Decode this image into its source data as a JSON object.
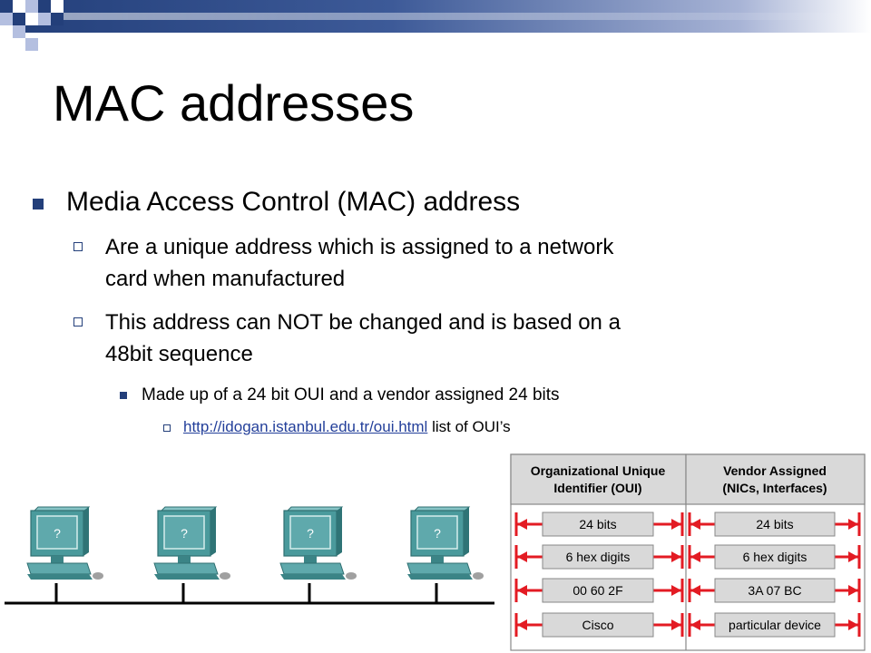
{
  "slide": {
    "title": "MAC addresses",
    "bullets": {
      "l1": "Media Access Control (MAC) address",
      "l2a_line1": "Are a unique address which is assigned to a network",
      "l2a_line2": "card when manufactured",
      "l2b_line1": "This address can NOT be changed and is based on a",
      "l2b_line2": "48bit sequence",
      "l3": "Made up of a 24 bit OUI and a vendor assigned 24 bits",
      "l4_link": "http://idogan.istanbul.edu.tr/oui.html",
      "l4_after": "list of OUI’s"
    }
  },
  "colors": {
    "navy": "#233f7a",
    "light_blue": "#b4bfe0",
    "pc_teal": "#4a9a9c",
    "arrow_red": "#e31b23",
    "table_gray": "#d9d9d9"
  },
  "network": {
    "pc_icon_name": "computer-icon",
    "pc_screen_label": "?",
    "pc_count": 4
  },
  "oui_table": {
    "left_header_line1": "Organizational Unique",
    "left_header_line2": "Identifier (OUI)",
    "right_header_line1": "Vendor Assigned",
    "right_header_line2": "(NICs, Interfaces)",
    "rows": [
      {
        "left": "24 bits",
        "right": "24 bits"
      },
      {
        "left": "6 hex digits",
        "right": "6 hex digits"
      },
      {
        "left": "00 60 2F",
        "right": "3A 07 BC"
      },
      {
        "left": "Cisco",
        "right": "particular device"
      }
    ]
  }
}
